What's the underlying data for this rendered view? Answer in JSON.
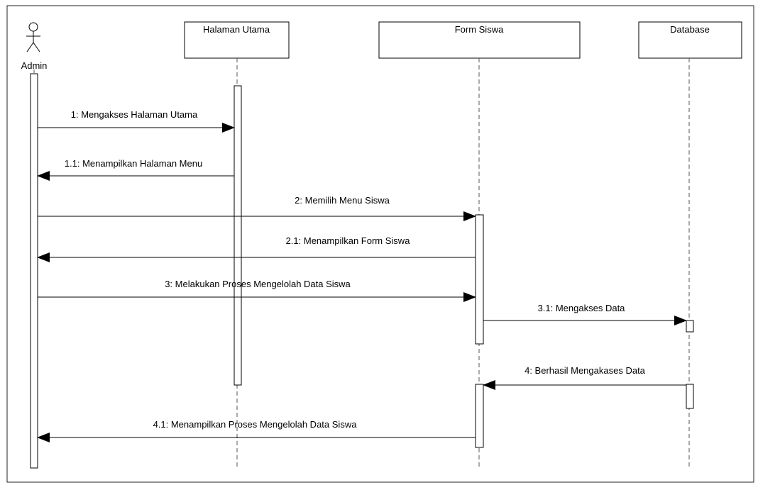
{
  "actor": {
    "name": "Admin"
  },
  "objects": [
    {
      "id": "halaman",
      "name": "Halaman Utama"
    },
    {
      "id": "form",
      "name": "Form Siswa"
    },
    {
      "id": "db",
      "name": "Database"
    }
  ],
  "messages": [
    {
      "id": "m1",
      "label": "1: Mengakses Halaman Utama",
      "from": "admin",
      "to": "halaman",
      "kind": "call"
    },
    {
      "id": "m11",
      "label": "1.1: Menampilkan Halaman Menu",
      "from": "halaman",
      "to": "admin",
      "kind": "return"
    },
    {
      "id": "m2",
      "label": "2: Memilih Menu Siswa",
      "from": "admin",
      "to": "form",
      "kind": "call"
    },
    {
      "id": "m21",
      "label": "2.1: Menampilkan Form Siswa",
      "from": "form",
      "to": "admin",
      "kind": "return"
    },
    {
      "id": "m3",
      "label": "3: Melakukan Proses Mengelolah Data Siswa",
      "from": "admin",
      "to": "form",
      "kind": "call"
    },
    {
      "id": "m31",
      "label": "3.1: Mengakses Data",
      "from": "form",
      "to": "db",
      "kind": "call"
    },
    {
      "id": "m4",
      "label": "4: Berhasil Mengakases Data",
      "from": "db",
      "to": "form",
      "kind": "return"
    },
    {
      "id": "m41",
      "label": "4.1: Menampilkan Proses Mengelolah Data Siswa",
      "from": "form",
      "to": "admin",
      "kind": "return"
    }
  ],
  "colors": {
    "line": "#000000",
    "lifeline": "#555555",
    "background": "#ffffff"
  }
}
